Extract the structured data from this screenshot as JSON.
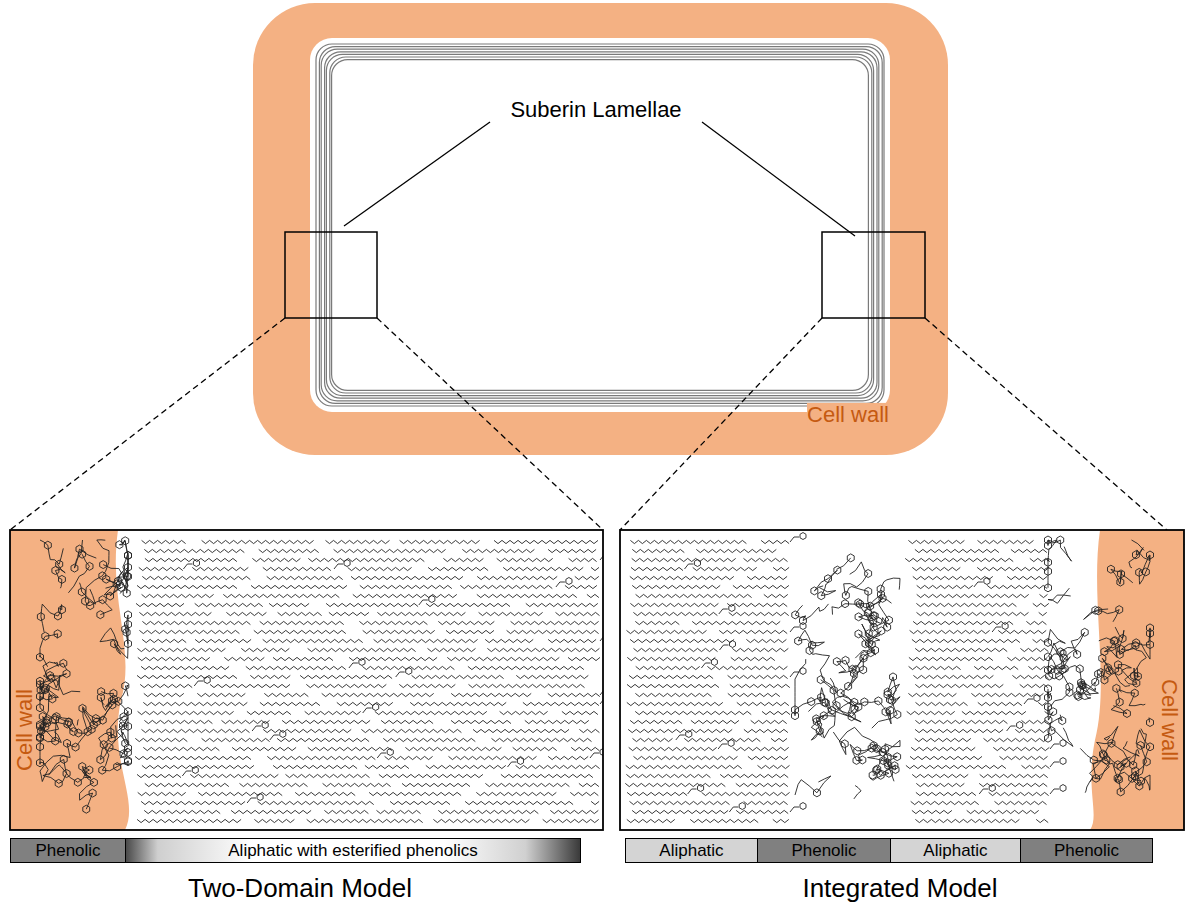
{
  "diagram": {
    "nodes": [
      {
        "text": [
          "Phenolic"
        ]
      },
      {
        "text": [
          "Aliphatic with esterified phenolics"
        ]
      },
      {
        "text": [
          "Aliphatic"
        ]
      },
      {
        "text": [
          "Phenolic"
        ]
      },
      {
        "text": [
          "Aliphatic"
        ]
      },
      {
        "text": [
          "Phenolic"
        ]
      }
    ],
    "labels": [
      "Suberin Lamellae",
      "Cell wall",
      "Cell wall",
      "Cell wall",
      "Two-Domain Model",
      "Integrated Model"
    ]
  }
}
